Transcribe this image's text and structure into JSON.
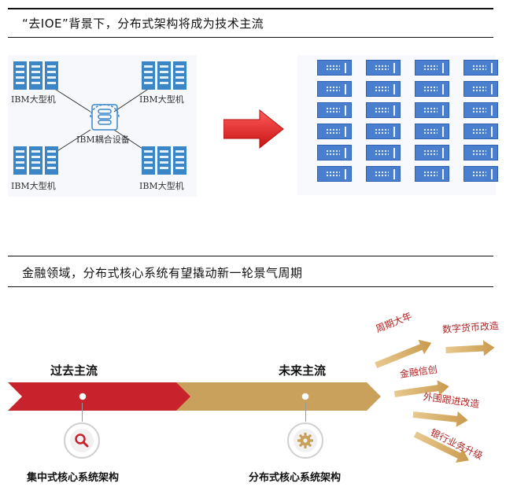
{
  "section1": {
    "title": "“去IOE”背景下，分布式架构将成为技术主流",
    "mainframe_label": "IBM大型机",
    "coupling_label": "IBM耦合设备"
  },
  "section2": {
    "title": "金融领域，分布式核心系统有望撬动新一轮景气周期",
    "past_label": "过去主流",
    "future_label": "未来主流",
    "past_arch": "集中式核心系统架构",
    "future_arch": "分布式核心系统架构",
    "trends": [
      "周期大年",
      "数字货币改造",
      "金融信创",
      "外围跟进改造",
      "银行业务升级"
    ]
  },
  "colors": {
    "red": "#c8232c",
    "gold": "#c9a15d",
    "mainframe_blue": "#3b86c6",
    "server_blue": "#4a7fcf",
    "trend_text": "#b22222"
  }
}
